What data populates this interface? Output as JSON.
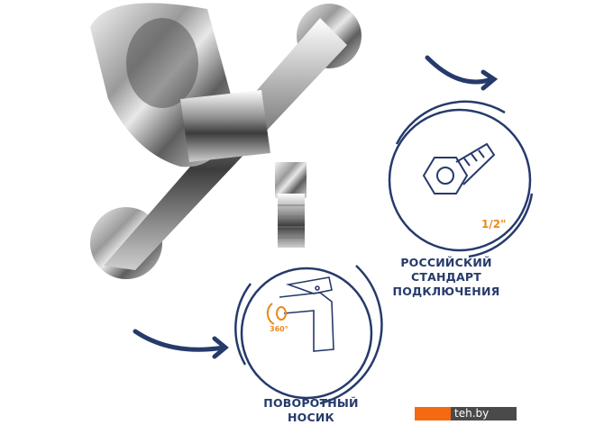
{
  "features": [
    {
      "icon": "fitting-icon",
      "spec": "1/2\"",
      "caption": [
        "РОССИЙСКИЙ",
        "СТАНДАРТ",
        "ПОДКЛЮЧЕНИЯ"
      ]
    },
    {
      "icon": "swivel-spout-icon",
      "spec": "360°",
      "caption": [
        "ПОВОРОТНЫЙ",
        "НОСИК"
      ]
    }
  ],
  "watermark": {
    "text": "teh.by"
  },
  "colors": {
    "navy": "#263a6b",
    "orange": "#e98a1a",
    "logo_orange": "#f36a10"
  }
}
